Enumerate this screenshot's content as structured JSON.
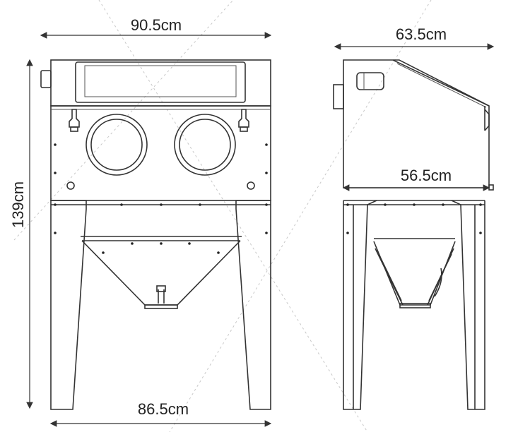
{
  "dimensions": {
    "front_width_top": "90.5cm",
    "front_width_bottom": "86.5cm",
    "height": "139cm",
    "side_depth_top": "63.5cm",
    "side_depth_body": "56.5cm"
  },
  "views": [
    "front",
    "side"
  ],
  "colors": {
    "line": "#333333",
    "background": "#ffffff",
    "watermark": "#bbbbbb"
  }
}
